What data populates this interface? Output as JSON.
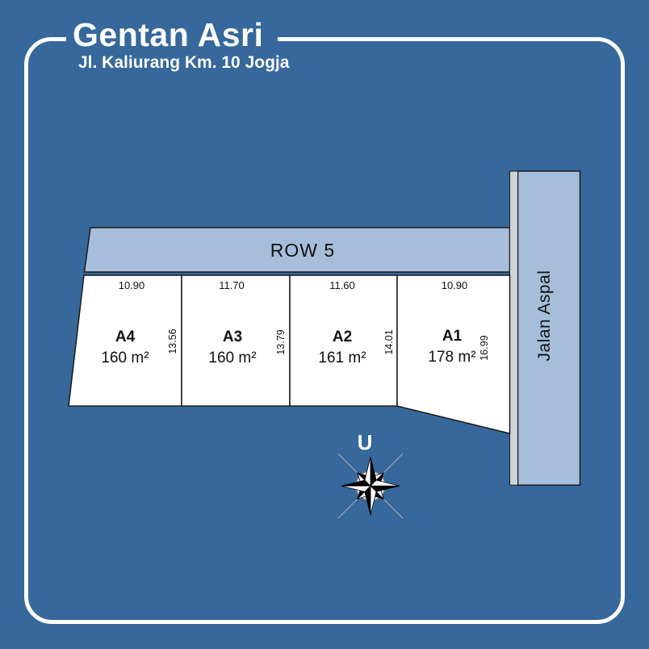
{
  "header": {
    "title": "Gentan Asri",
    "subtitle": "Jl. Kaliurang Km. 10 Jogja"
  },
  "site_plan": {
    "top_road_label": "ROW 5",
    "right_road_label": "Jalan Aspal",
    "compass_north_label": "U",
    "plots": [
      {
        "id": "A4",
        "area": "160 m²",
        "frontage": "10.90",
        "depth": "13.56"
      },
      {
        "id": "A3",
        "area": "160 m²",
        "frontage": "11.70",
        "depth": "13.79"
      },
      {
        "id": "A2",
        "area": "161 m²",
        "frontage": "11.60",
        "depth": "14.01"
      },
      {
        "id": "A1",
        "area": "178 m²",
        "frontage": "10.90",
        "depth": "16.99"
      }
    ]
  },
  "colors": {
    "background": "#36689B",
    "road_fill": "#A6BEDA",
    "plot_fill": "#FFFFFF",
    "curb_fill": "#CDD2D8",
    "outline": "#1A1A1A",
    "text_dark": "#111111",
    "text_light": "#FFFFFF"
  }
}
